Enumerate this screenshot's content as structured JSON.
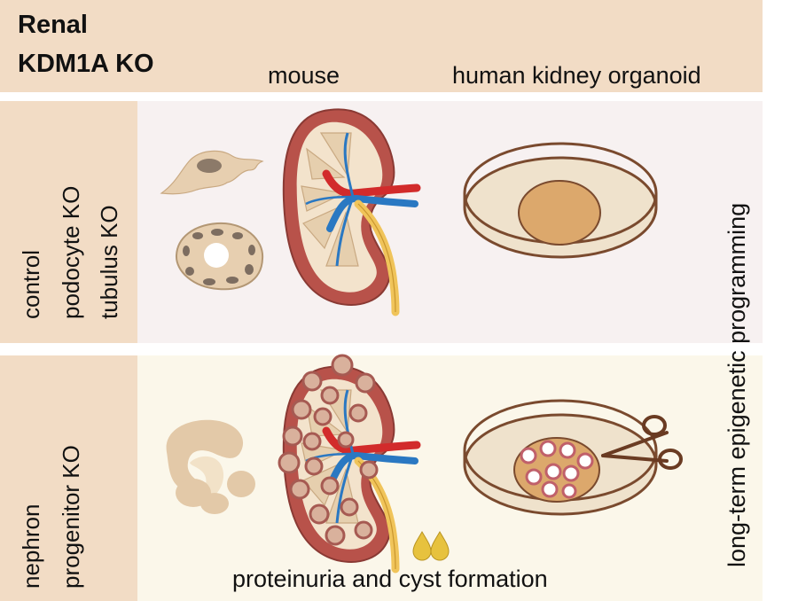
{
  "header": {
    "title_line1": "Renal",
    "title_line2": "KDM1A KO",
    "column_mouse": "mouse",
    "column_organoid": "human kidney organoid"
  },
  "rows": {
    "top": {
      "line1": "control",
      "line2": "podocyte KO",
      "line3": "tubulus KO"
    },
    "bottom": {
      "line1": "nephron",
      "line2": "progenitor KO"
    }
  },
  "side_label": "long-term epigenetic programming",
  "caption": "proteinuria and cyst formation",
  "colors": {
    "header_bg": "#f2dcc5",
    "top_panel_bg": "#f7f1f1",
    "bottom_panel_bg": "#fbf7ea",
    "kidney_red": "#b8524a",
    "artery": "#d22b2b",
    "vein": "#2a78c2",
    "ureter": "#f0c45a",
    "tissue": "#e7cfb0",
    "cyst": "#d9a8a0",
    "dish_rim": "#7a4a2e"
  },
  "icons": [
    "podocyte-icon",
    "tubule-cross-section-icon",
    "kidney-icon",
    "petri-dish-icon",
    "organoid-icon",
    "malformed-nephron-icon",
    "cyst-icon",
    "urine-drop-icon",
    "scissors-icon"
  ]
}
